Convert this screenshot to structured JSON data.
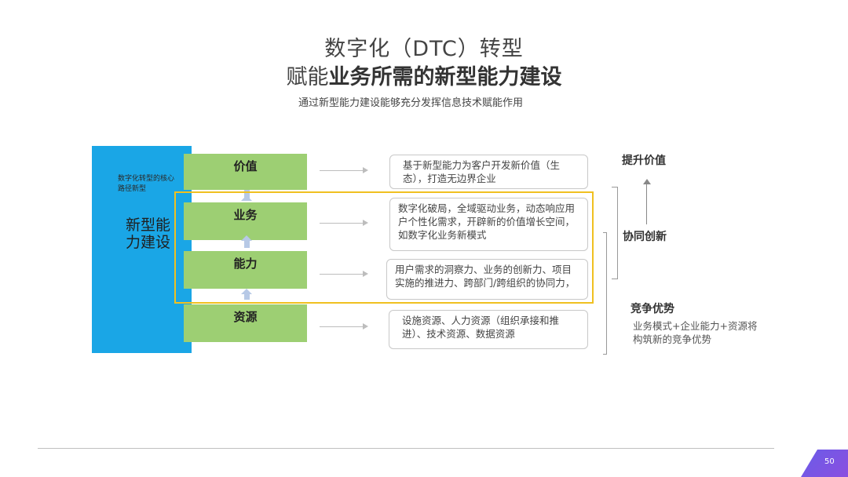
{
  "title": {
    "line1": "数字化（DTC）转型",
    "line2_prefix": "赋能",
    "line2_bold": "业务所需的新型能力建设"
  },
  "subtitle": "通过新型能力建设能够充分发挥信息技术赋能作用",
  "left_column": {
    "small_text": "数字化转型的核心路径新型",
    "big_text": "新型能力建设"
  },
  "layers": [
    {
      "label": "价值",
      "description": "基于新型能力为客户开发新价值（生态），打造无边界企业"
    },
    {
      "label": "业务",
      "description": "数字化破局，全域驱动业务，动态响应用户个性化需求，开辟新的价值增长空间，如数字化业务新模式"
    },
    {
      "label": "能力",
      "description": "用户需求的洞察力、业务的创新力、项目实施的推进力、跨部门/跨组织的协同力，"
    },
    {
      "label": "资源",
      "description": "设施资源、人力资源（组织承接和推进）、技术资源、数据资源"
    }
  ],
  "right": {
    "top_label": "提升价值",
    "middle_label": "协同创新",
    "bottom_label": "竞争优势",
    "bottom_desc": "业务模式+企业能力+资源将构筑新的竞争优势"
  },
  "page_number": "50",
  "colors": {
    "blue": "#1aa6e6",
    "green": "#9dcf73",
    "yellow": "#f0c020",
    "page_badge": "#7a56e6"
  }
}
